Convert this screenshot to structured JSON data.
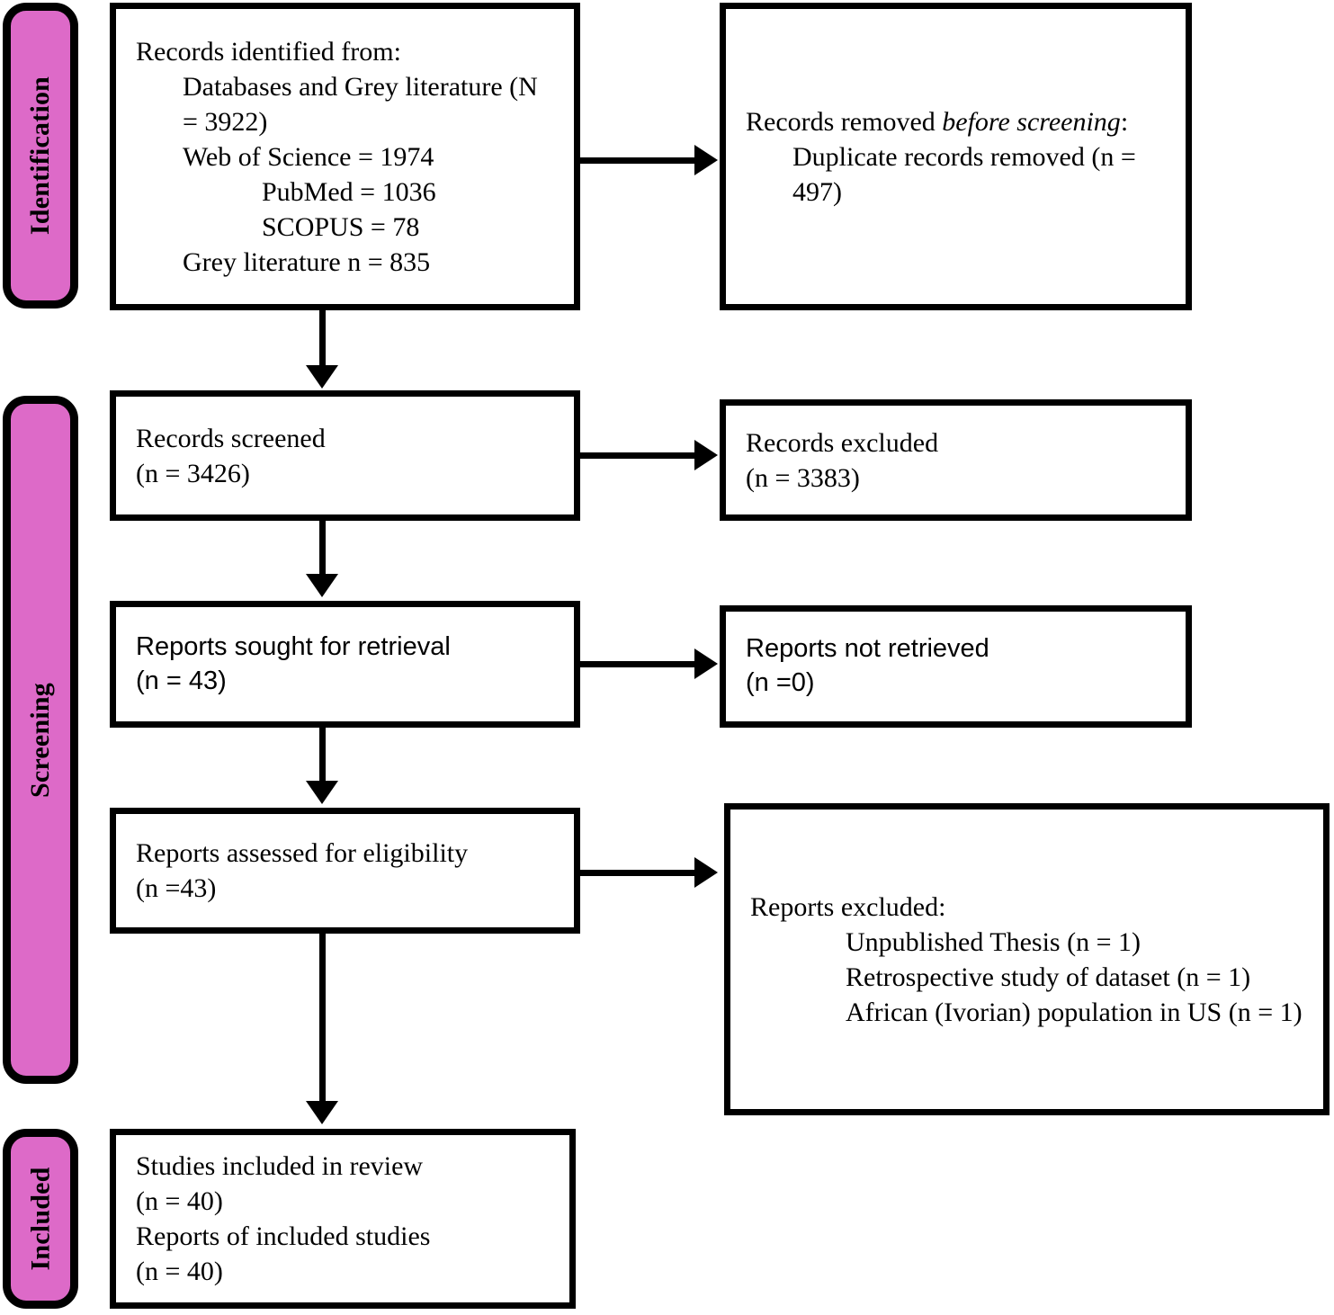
{
  "diagram": {
    "type": "PRISMA flow diagram",
    "accent_color": "#DD6AC8",
    "border_color": "#000000",
    "background_color": "#FFFFFF"
  },
  "stages": [
    {
      "id": "identification",
      "label": "Identification"
    },
    {
      "id": "screening",
      "label": "Screening"
    },
    {
      "id": "included",
      "label": "Included"
    }
  ],
  "boxes": {
    "records_identified": {
      "lines": [
        "Records identified from:",
        "Databases and Grey literature (N",
        "= 3922)",
        "Web of Science = 1974",
        "PubMed = 1036",
        "SCOPUS = 78",
        "Grey literature n = 835"
      ]
    },
    "records_removed": {
      "line_1_prefix": "Records removed ",
      "line_1_italic": "before screening",
      "line_1_suffix": ":",
      "line_2": "Duplicate records removed (n =",
      "line_3": "497)"
    },
    "records_screened": {
      "line_1": "Records screened",
      "line_2": "(n = 3426)"
    },
    "records_excluded": {
      "line_1": "Records excluded",
      "line_2": "(n = 3383)"
    },
    "reports_sought": {
      "line_1": "Reports sought for retrieval",
      "line_2": "(n = 43)"
    },
    "reports_not_retrieved": {
      "line_1": "Reports not retrieved",
      "line_2": "(n =0)"
    },
    "reports_assessed": {
      "line_1": "Reports assessed for eligibility",
      "line_2": "(n =43)"
    },
    "reports_excluded": {
      "line_1": "Reports excluded:",
      "reasons": [
        "Unpublished Thesis (n = 1)",
        "Retrospective study of dataset (n = 1)",
        "African (Ivorian) population in US (n = 1)"
      ]
    },
    "studies_included": {
      "line_1": "Studies included in review",
      "line_2": "(n = 40)",
      "line_3": "Reports of included studies",
      "line_4": "(n = 40)"
    }
  },
  "counts": {
    "databases_and_grey_literature_N": 3922,
    "web_of_science": 1974,
    "pubmed": 1036,
    "scopus": 78,
    "grey_literature": 835,
    "duplicates_removed": 497,
    "records_screened": 3426,
    "records_excluded": 3383,
    "reports_sought": 43,
    "reports_not_retrieved": 0,
    "reports_assessed": 43,
    "reports_excluded_unpublished_thesis": 1,
    "reports_excluded_retrospective": 1,
    "reports_excluded_african_us": 1,
    "studies_included": 40,
    "reports_of_included_studies": 40
  }
}
